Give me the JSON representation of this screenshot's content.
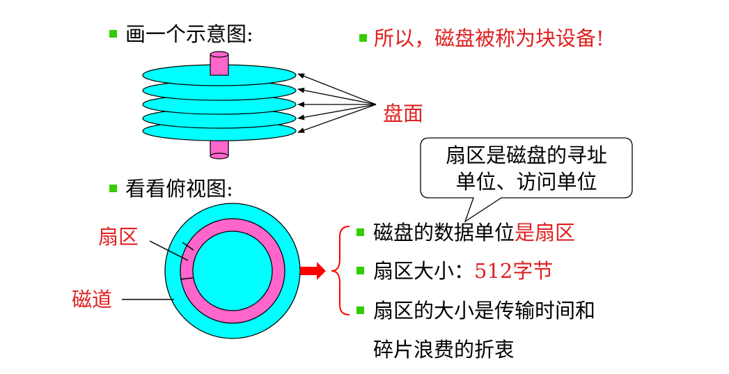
{
  "bullet1": "画一个示意图:",
  "bullet2": "看看俯视图:",
  "conclusion": "所以，磁盘被称为块设备!",
  "label_platter": "盘面",
  "label_sector": "扇区",
  "label_track": "磁道",
  "callout": {
    "line1": "扇区是磁盘的寻址",
    "line2": "单位、访问单位"
  },
  "points": [
    {
      "black": "磁盘的数据单位",
      "red": "是扇区"
    },
    {
      "black": "扇区大小：",
      "red": "512字节"
    },
    {
      "black": "扇区的大小是传输时间和",
      "line2": "碎片浪费的折衷"
    }
  ],
  "colors": {
    "platter": "#00ffff",
    "spindle": "#ff66cc",
    "sector_ring": "#ff66cc",
    "bullet": "#33cc00",
    "highlight": "#e02020",
    "arrow": "#ff0000"
  }
}
